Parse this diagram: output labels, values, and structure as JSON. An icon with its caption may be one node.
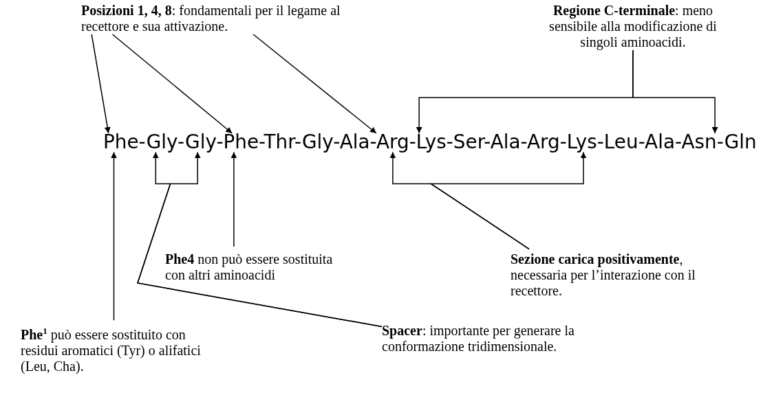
{
  "diagram": {
    "nodes": [
      {
        "text": [
          "**Posizioni 1, 4, 8**: fondamentali per il legame al recettore e sua attivazione."
        ]
      },
      {
        "text": [
          "**Regione C-terminale**: meno sensibile alla modificazione di singoli aminoacidi."
        ]
      },
      {
        "text": [
          "Phe-Gly-Gly-Phe-Thr-Gly-Ala-Arg-Lys-Ser-Ala-Arg-Lys-Leu-Ala-Asn-Gln"
        ]
      },
      {
        "text": [
          "**Phe4** non può essere sostituita con altri aminoacidi"
        ]
      },
      {
        "text": [
          "**Sezione carica positivamente**, necessaria per l’interazione con il recettore."
        ]
      },
      {
        "text": [
          "**Phe**$^{1}$ può essere sostituito con residui aromatici (Tyr) o alifatici (Leu, Cha)."
        ]
      },
      {
        "text": [
          "**Spacer**: importante per generare la conformazione tridimensionale."
        ]
      }
    ],
    "edges": [
      {
        "from": 0,
        "to": 2,
        "arrow": "to"
      },
      {
        "from": 0,
        "to": 2,
        "arrow": "to"
      },
      {
        "from": 0,
        "to": 2,
        "arrow": "to"
      },
      {
        "from": 1,
        "to": 2,
        "arrow": "to"
      },
      {
        "from": 1,
        "to": 2,
        "arrow": "to"
      },
      {
        "from": 3,
        "to": 2,
        "arrow": "to"
      },
      {
        "from": 4,
        "to": 2,
        "arrow": "to"
      },
      {
        "from": 4,
        "to": 2,
        "arrow": "to"
      },
      {
        "from": 5,
        "to": 2,
        "arrow": "to"
      },
      {
        "from": 6,
        "to": 2,
        "arrow": "to"
      },
      {
        "from": 6,
        "to": 2,
        "arrow": "to"
      }
    ]
  }
}
